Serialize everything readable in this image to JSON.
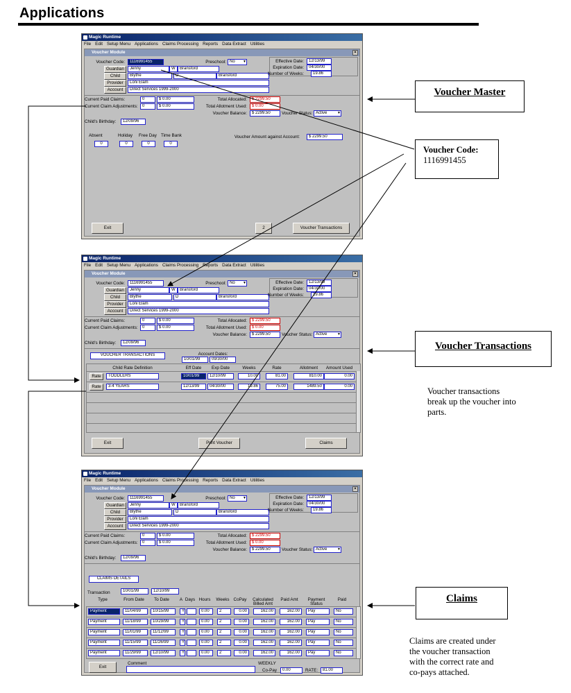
{
  "page_title": "Applications",
  "app": {
    "window_title": "Magic Runtime",
    "module_title": "Voucher Module",
    "menu": [
      "File",
      "Edit",
      "Setup Menu",
      "Applications",
      "Claims Processing",
      "Reports",
      "Data Extract",
      "Utilities"
    ]
  },
  "labels": {
    "voucher_code": "Voucher Code:",
    "guardian": "Guardian",
    "child": "Child",
    "provider": "Provider",
    "account": "Account",
    "preschool": "Preschool:",
    "effective_date": "Effective Date:",
    "expiration_date": "Expiration Date:",
    "num_weeks": "Number of Weeks:",
    "cur_paid_claims": "Current Paid Claims:",
    "cur_claim_adj": "Current Claim Adjustments:",
    "total_allocated": "Total Allocated:",
    "total_allot_used": "Total Allotment Used:",
    "voucher_balance": "Voucher Balance:",
    "voucher_status": "Voucher Status:",
    "childs_birthday": "Child's Birthday:",
    "absent": "Absent",
    "holiday": "Holiday",
    "free_day": "Free Day",
    "time_bank": "Time Bank",
    "amount_against": "Voucher Amount against Account:",
    "exit": "Exit",
    "voucher_transactions_btn": "Voucher Transactions",
    "print_voucher": "Print Voucher",
    "claims_btn": "Claims",
    "rate_btn": "Rate",
    "comment": "Comment",
    "weekly": "WEEKLY",
    "copay": "Co-Pay",
    "rate_lbl": "RATE:"
  },
  "win1": {
    "voucher_code": "1116991455",
    "guardian_first": "Jenny",
    "guardian_mi": "W",
    "guardian_last": "Bransford",
    "child_first": "Blythe",
    "child_mi": "D",
    "child_last": "Bransford",
    "provider": "Loni Elam",
    "account": "Direct Services 1999-2000",
    "preschool": "No",
    "effective": "12/13/99",
    "expiration": "04/30/00",
    "weeks": "19.86",
    "paid_claims_n": "0",
    "paid_claims_amt": "$ 0.00",
    "adj_n": "0",
    "adj_amt": "$ 0.00",
    "total_allocated": "$ 2299.50",
    "allot_used": "$ 0.00",
    "balance": "$ 2299.50",
    "status": "Active",
    "birthday": "12/09/96",
    "absent": "0",
    "holiday": "0",
    "free_day": "0",
    "time_bank": "0",
    "amount_against": "$ 2299.50",
    "counter": "2"
  },
  "win2": {
    "voucher_code": "1116991455",
    "guardian_first": "Jenny",
    "guardian_mi": "W",
    "guardian_last": "Bransford",
    "child_first": "Blythe",
    "child_mi": "D",
    "child_last": "Bransford",
    "provider": "Loni Elam",
    "account": "Direct Services 1999-2000",
    "preschool": "No",
    "effective": "12/13/99",
    "expiration": "04/30/00",
    "weeks": "19.86",
    "paid_claims_n": "0",
    "paid_claims_amt": "$ 0.00",
    "adj_n": "0",
    "adj_amt": "$ 0.00",
    "total_allocated": "$ 2299.50",
    "allot_used": "$ 0.00",
    "balance": "$ 2299.50",
    "status": "Active",
    "birthday": "12/09/96",
    "section_title": "VOUCHER TRANSACTIONS",
    "account_dates_label": "Account Dates:",
    "account_from": "10/01/99",
    "account_to": "09/30/00",
    "columns": [
      "Child Rate Definition",
      "Eff Date",
      "Exp Date",
      "Weeks",
      "Rate",
      "Allotment",
      "Amount Used"
    ],
    "rows": [
      {
        "def": "TODDLERS",
        "eff": "10/01/99",
        "exp": "12/10/99",
        "weeks": "10.00",
        "rate": "81.00",
        "allot": "810.00",
        "used": "0.00"
      },
      {
        "def": "3-4 YEARS",
        "eff": "12/13/99",
        "exp": "04/30/00",
        "weeks": "19.86",
        "rate": "75.00",
        "allot": "1489.50",
        "used": "0.00"
      }
    ]
  },
  "win3": {
    "voucher_code": "1116991455",
    "guardian_first": "Jenny",
    "guardian_mi": "W",
    "guardian_last": "Bransford",
    "child_first": "Blythe",
    "child_mi": "D",
    "child_last": "Bransford",
    "provider": "Loni Elam",
    "account": "Direct Services 1999-2000",
    "preschool": "No",
    "effective": "12/13/99",
    "expiration": "04/30/00",
    "weeks": "19.86",
    "paid_claims_n": "0",
    "paid_claims_amt": "$ 0.00",
    "adj_n": "0",
    "adj_amt": "$ 0.00",
    "total_allocated": "$ 2299.50",
    "allot_used": "$ 0.00",
    "balance": "$ 2299.50",
    "status": "Active",
    "birthday": "12/09/96",
    "section_title": "CLAIMS DETAILS",
    "trans_label": "Transaction",
    "from": "10/01/99",
    "to": "12/10/99",
    "columns": [
      "Type",
      "From Date",
      "To Date",
      "A",
      "Days",
      "Hours",
      "Weeks",
      "CoPay",
      "Calculated Billed Amt",
      "Paid Amt",
      "Payment Status",
      "Paid"
    ],
    "rows": [
      {
        "type": "Payment",
        "from": "11/04/99",
        "to": "10/15/99",
        "a": "Y",
        "days": "",
        "hours": "0.00",
        "weeks": "2",
        "copay": "0.00",
        "billed": "162.00",
        "paid": "162.00",
        "status": "Pay",
        "paidflag": "No"
      },
      {
        "type": "Payment",
        "from": "11/18/99",
        "to": "10/29/99",
        "a": "Y",
        "days": "",
        "hours": "0.00",
        "weeks": "2",
        "copay": "0.00",
        "billed": "162.00",
        "paid": "162.00",
        "status": "Pay",
        "paidflag": "No"
      },
      {
        "type": "Payment",
        "from": "11/01/99",
        "to": "11/12/99",
        "a": "Y",
        "days": "",
        "hours": "0.00",
        "weeks": "2",
        "copay": "0.00",
        "billed": "162.00",
        "paid": "162.00",
        "status": "Pay",
        "paidflag": "No"
      },
      {
        "type": "Payment",
        "from": "11/15/99",
        "to": "11/26/99",
        "a": "Y",
        "days": "",
        "hours": "0.00",
        "weeks": "2",
        "copay": "0.00",
        "billed": "162.00",
        "paid": "162.00",
        "status": "Pay",
        "paidflag": "No"
      },
      {
        "type": "Payment",
        "from": "11/29/99",
        "to": "12/10/99",
        "a": "Y",
        "days": "",
        "hours": "0.00",
        "weeks": "2",
        "copay": "0.00",
        "billed": "162.00",
        "paid": "162.00",
        "status": "Pay",
        "paidflag": "No"
      }
    ],
    "copay": "0.00",
    "rate": "81.00"
  },
  "callouts": {
    "voucher_master": "Voucher Master",
    "voucher_code_label": "Voucher Code:",
    "voucher_code_value": "1116991455",
    "voucher_transactions": "Voucher Transactions",
    "claims": "Claims"
  },
  "notes": {
    "transactions": [
      "Voucher transactions",
      "break up the voucher into",
      "parts."
    ],
    "claims": [
      "Claims are created under",
      "the voucher transaction",
      "with the correct rate and",
      "co-pays attached."
    ]
  }
}
